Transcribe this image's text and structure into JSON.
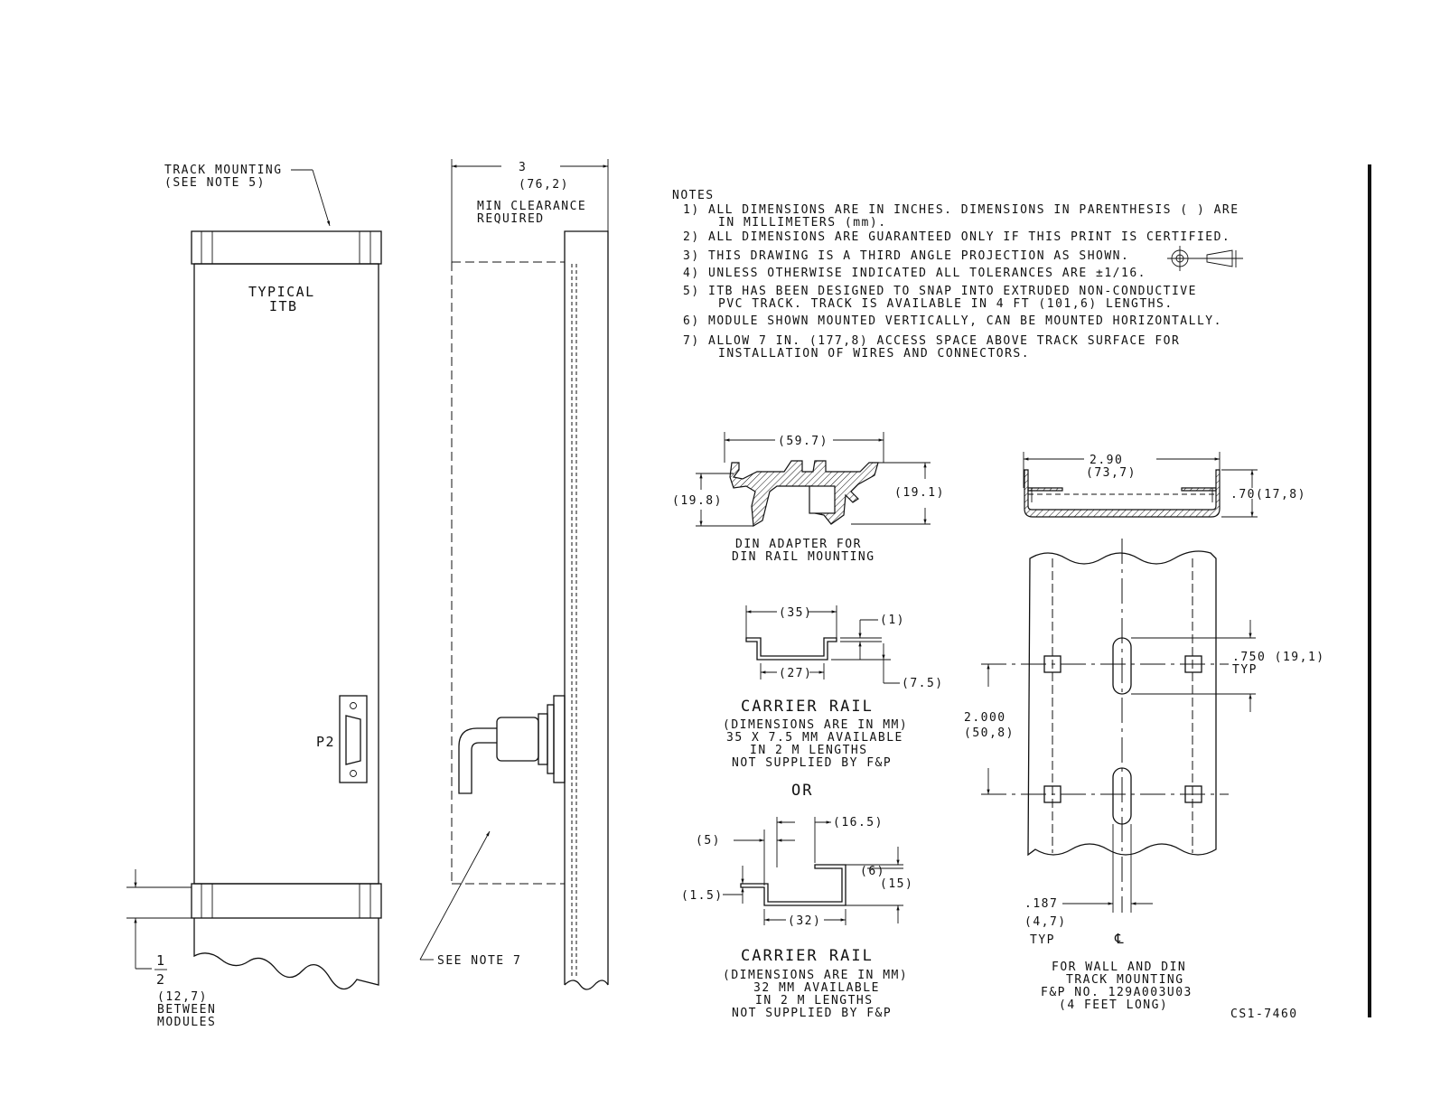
{
  "left_view": {
    "track_mounting": "TRACK MOUNTING",
    "see_note_5": "(SEE NOTE 5)",
    "typical": "TYPICAL",
    "itb": "ITB",
    "connector": "P2",
    "half_num": "1",
    "half_den": "2",
    "half_mm": "(12,7)",
    "between": "BETWEEN",
    "modules": "MODULES"
  },
  "side_view": {
    "clearance_in": "3",
    "clearance_mm": "(76,2)",
    "min_clearance": "MIN CLEARANCE",
    "required": "REQUIRED",
    "see_note_7": "SEE NOTE 7"
  },
  "notes": {
    "heading": "NOTES",
    "items": [
      {
        "num": "1)",
        "lines": [
          "ALL DIMENSIONS ARE IN INCHES. DIMENSIONS IN PARENTHESIS ( ) ARE",
          "IN MILLIMETERS (mm)."
        ]
      },
      {
        "num": "2)",
        "lines": [
          "ALL DIMENSIONS ARE GUARANTEED ONLY IF THIS PRINT IS CERTIFIED."
        ]
      },
      {
        "num": "3)",
        "lines": [
          "THIS DRAWING IS A THIRD ANGLE PROJECTION AS SHOWN."
        ]
      },
      {
        "num": "4)",
        "lines": [
          "UNLESS OTHERWISE INDICATED ALL TOLERANCES ARE ±1/16."
        ]
      },
      {
        "num": "5)",
        "lines": [
          "ITB HAS BEEN DESIGNED TO SNAP INTO EXTRUDED NON-CONDUCTIVE",
          "PVC TRACK. TRACK IS AVAILABLE IN 4 FT (101,6) LENGTHS."
        ]
      },
      {
        "num": "6)",
        "lines": [
          "MODULE SHOWN MOUNTED VERTICALLY, CAN BE MOUNTED HORIZONTALLY."
        ]
      },
      {
        "num": "7)",
        "lines": [
          "ALLOW 7 IN. (177,8) ACCESS SPACE ABOVE TRACK SURFACE FOR",
          "INSTALLATION OF WIRES AND CONNECTORS."
        ]
      }
    ]
  },
  "din_adapter": {
    "width": "(59.7)",
    "left_h": "(19.8)",
    "right_h": "(19.1)",
    "caption1": "DIN ADAPTER FOR",
    "caption2": "DIN RAIL MOUNTING"
  },
  "rail_35": {
    "top": "(35)",
    "thick": "(1)",
    "bottom": "(27)",
    "depth": "(7.5)",
    "title": "CARRIER RAIL",
    "desc": [
      "(DIMENSIONS ARE IN MM)",
      "35 X 7.5 MM AVAILABLE",
      "IN 2 M LENGTHS",
      "NOT SUPPLIED BY F&P"
    ]
  },
  "or_label": "OR",
  "rail_32": {
    "lip": "(5)",
    "top": "(16.5)",
    "thick": "(1.5)",
    "inner": "(6)",
    "height": "(15)",
    "bottom": "(32)",
    "title": "CARRIER RAIL",
    "desc": [
      "(DIMENSIONS ARE IN MM)",
      "32 MM AVAILABLE",
      "IN 2 M LENGTHS",
      "NOT SUPPLIED BY F&P"
    ]
  },
  "track": {
    "width_in": "2.90",
    "width_mm": "(73,7)",
    "height": ".70(17,8)",
    "slot": ".750 (19,1)",
    "typ1": "TYP",
    "pitch_in": "2.000",
    "pitch_mm": "(50,8)",
    "hole_in": ".187",
    "hole_mm": "(4,7)",
    "typ2": "TYP",
    "cl_symbol": "℄",
    "caption": [
      "FOR WALL AND DIN",
      "TRACK MOUNTING",
      "F&P NO. 129A003U03",
      "(4 FEET LONG)"
    ]
  },
  "drawing_number": "CS1-7460"
}
